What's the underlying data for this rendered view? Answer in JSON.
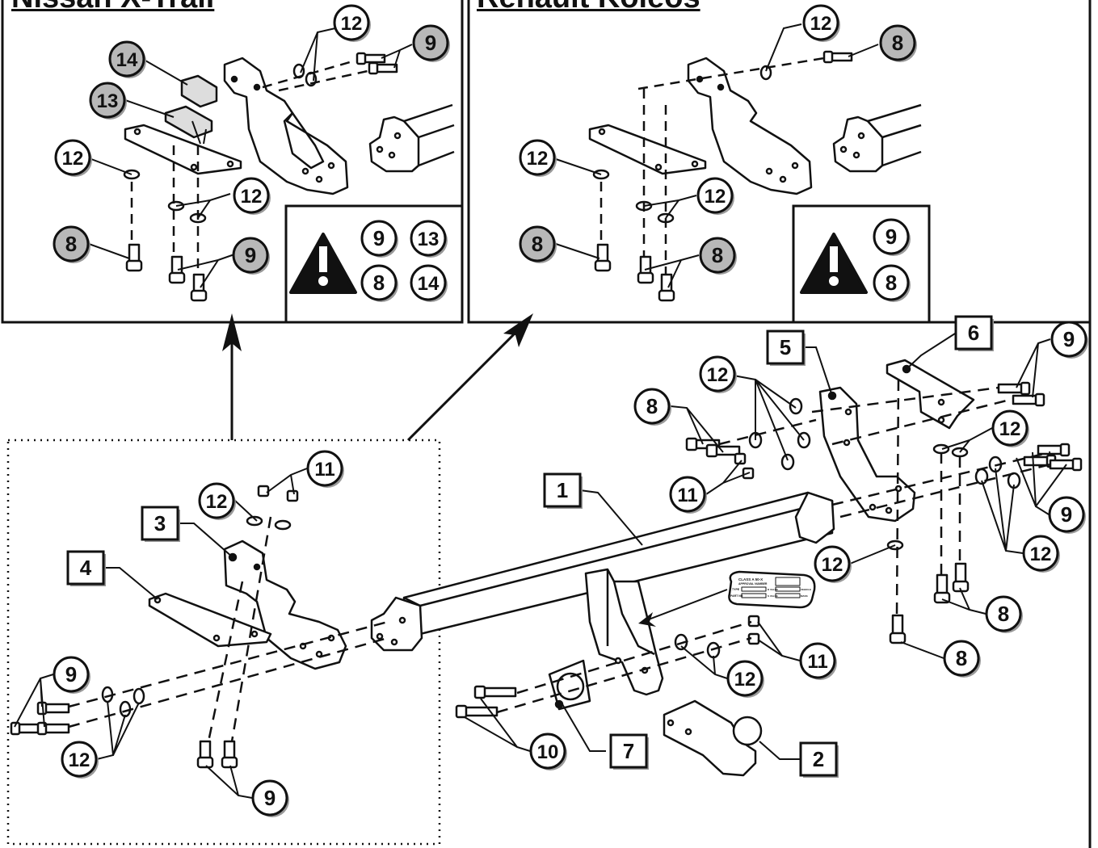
{
  "headers": {
    "left_inset_title": "Nissan X-Trail",
    "right_inset_title": "Renault Koleos"
  },
  "plate_text": {
    "line1": "CLASS  A 50-X",
    "line2": "APPROVAL NUMBER",
    "type": "TYPE",
    "part_no": "PART NO",
    "d_value": "D VALUE",
    "s_value": "S VALUE",
    "vehicle": "VEHICLE",
    "mass": "MASS"
  },
  "callouts": [
    {
      "id": "c1",
      "label": "12",
      "style": "circle",
      "fill": "#ffffff"
    },
    {
      "id": "c2",
      "label": "9",
      "style": "circle",
      "fill": "#b8b8b8"
    },
    {
      "id": "c3",
      "label": "14",
      "style": "circle",
      "fill": "#b8b8b8"
    },
    {
      "id": "c4",
      "label": "13",
      "style": "circle",
      "fill": "#b8b8b8"
    },
    {
      "id": "c5",
      "label": "12",
      "style": "circle",
      "fill": "#ffffff"
    },
    {
      "id": "c6",
      "label": "12",
      "style": "circle",
      "fill": "#ffffff"
    },
    {
      "id": "c7",
      "label": "8",
      "style": "circle",
      "fill": "#b8b8b8"
    },
    {
      "id": "c8",
      "label": "9",
      "style": "circle",
      "fill": "#b8b8b8"
    },
    {
      "id": "c9",
      "label": "9",
      "style": "circle",
      "fill": "#ffffff"
    },
    {
      "id": "c10",
      "label": "13",
      "style": "circle",
      "fill": "#ffffff"
    },
    {
      "id": "c11",
      "label": "8",
      "style": "circle",
      "fill": "#ffffff"
    },
    {
      "id": "c12",
      "label": "14",
      "style": "circle",
      "fill": "#ffffff"
    },
    {
      "id": "c13",
      "label": "12",
      "style": "circle",
      "fill": "#ffffff"
    },
    {
      "id": "c14",
      "label": "8",
      "style": "circle",
      "fill": "#b8b8b8"
    },
    {
      "id": "c15",
      "label": "12",
      "style": "circle",
      "fill": "#ffffff"
    },
    {
      "id": "c16",
      "label": "12",
      "style": "circle",
      "fill": "#ffffff"
    },
    {
      "id": "c17",
      "label": "8",
      "style": "circle",
      "fill": "#b8b8b8"
    },
    {
      "id": "c18",
      "label": "8",
      "style": "circle",
      "fill": "#b8b8b8"
    },
    {
      "id": "c19",
      "label": "9",
      "style": "circle",
      "fill": "#ffffff"
    },
    {
      "id": "c20",
      "label": "8",
      "style": "circle",
      "fill": "#ffffff"
    },
    {
      "id": "c21",
      "label": "5",
      "style": "box",
      "fill": "#ffffff"
    },
    {
      "id": "c22",
      "label": "6",
      "style": "box",
      "fill": "#ffffff"
    },
    {
      "id": "c23",
      "label": "9",
      "style": "circle",
      "fill": "#ffffff"
    },
    {
      "id": "c24",
      "label": "12",
      "style": "circle",
      "fill": "#ffffff"
    },
    {
      "id": "c25",
      "label": "8",
      "style": "circle",
      "fill": "#ffffff"
    },
    {
      "id": "c26",
      "label": "12",
      "style": "circle",
      "fill": "#ffffff"
    },
    {
      "id": "c27",
      "label": "11",
      "style": "circle",
      "fill": "#ffffff"
    },
    {
      "id": "c28",
      "label": "9",
      "style": "circle",
      "fill": "#ffffff"
    },
    {
      "id": "c29",
      "label": "12",
      "style": "circle",
      "fill": "#ffffff"
    },
    {
      "id": "c30",
      "label": "12",
      "style": "circle",
      "fill": "#ffffff"
    },
    {
      "id": "c31",
      "label": "8",
      "style": "circle",
      "fill": "#ffffff"
    },
    {
      "id": "c32",
      "label": "8",
      "style": "circle",
      "fill": "#ffffff"
    },
    {
      "id": "c33",
      "label": "1",
      "style": "box",
      "fill": "#ffffff"
    },
    {
      "id": "c34",
      "label": "11",
      "style": "circle",
      "fill": "#ffffff"
    },
    {
      "id": "c35",
      "label": "12",
      "style": "circle",
      "fill": "#ffffff"
    },
    {
      "id": "c36",
      "label": "3",
      "style": "box",
      "fill": "#ffffff"
    },
    {
      "id": "c37",
      "label": "4",
      "style": "box",
      "fill": "#ffffff"
    },
    {
      "id": "c38",
      "label": "9",
      "style": "circle",
      "fill": "#ffffff"
    },
    {
      "id": "c39",
      "label": "12",
      "style": "circle",
      "fill": "#ffffff"
    },
    {
      "id": "c40",
      "label": "9",
      "style": "circle",
      "fill": "#ffffff"
    },
    {
      "id": "c41",
      "label": "12",
      "style": "circle",
      "fill": "#ffffff"
    },
    {
      "id": "c42",
      "label": "11",
      "style": "circle",
      "fill": "#ffffff"
    },
    {
      "id": "c43",
      "label": "10",
      "style": "circle",
      "fill": "#ffffff"
    },
    {
      "id": "c44",
      "label": "7",
      "style": "box",
      "fill": "#ffffff"
    },
    {
      "id": "c45",
      "label": "2",
      "style": "box",
      "fill": "#ffffff"
    }
  ]
}
